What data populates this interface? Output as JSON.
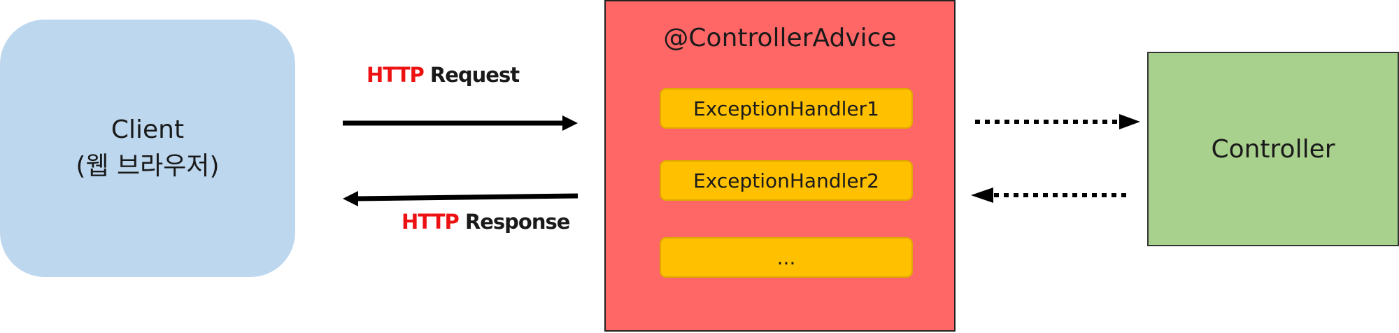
{
  "client": {
    "line1": "Client",
    "line2": "(웹 브라우저)"
  },
  "request": {
    "protocol": "HTTP",
    "kind": "Request"
  },
  "response": {
    "protocol": "HTTP",
    "kind": "Response"
  },
  "advice": {
    "title": "@ControllerAdvice",
    "handlers": [
      "ExceptionHandler1",
      "ExceptionHandler2",
      "..."
    ]
  },
  "controller": {
    "label": "Controller"
  },
  "colors": {
    "client_fill": "#bdd7ee",
    "advice_fill": "#ff6666",
    "handler_fill": "#ffc000",
    "controller_fill": "#a9d18e",
    "http_text": "#ee1111"
  }
}
